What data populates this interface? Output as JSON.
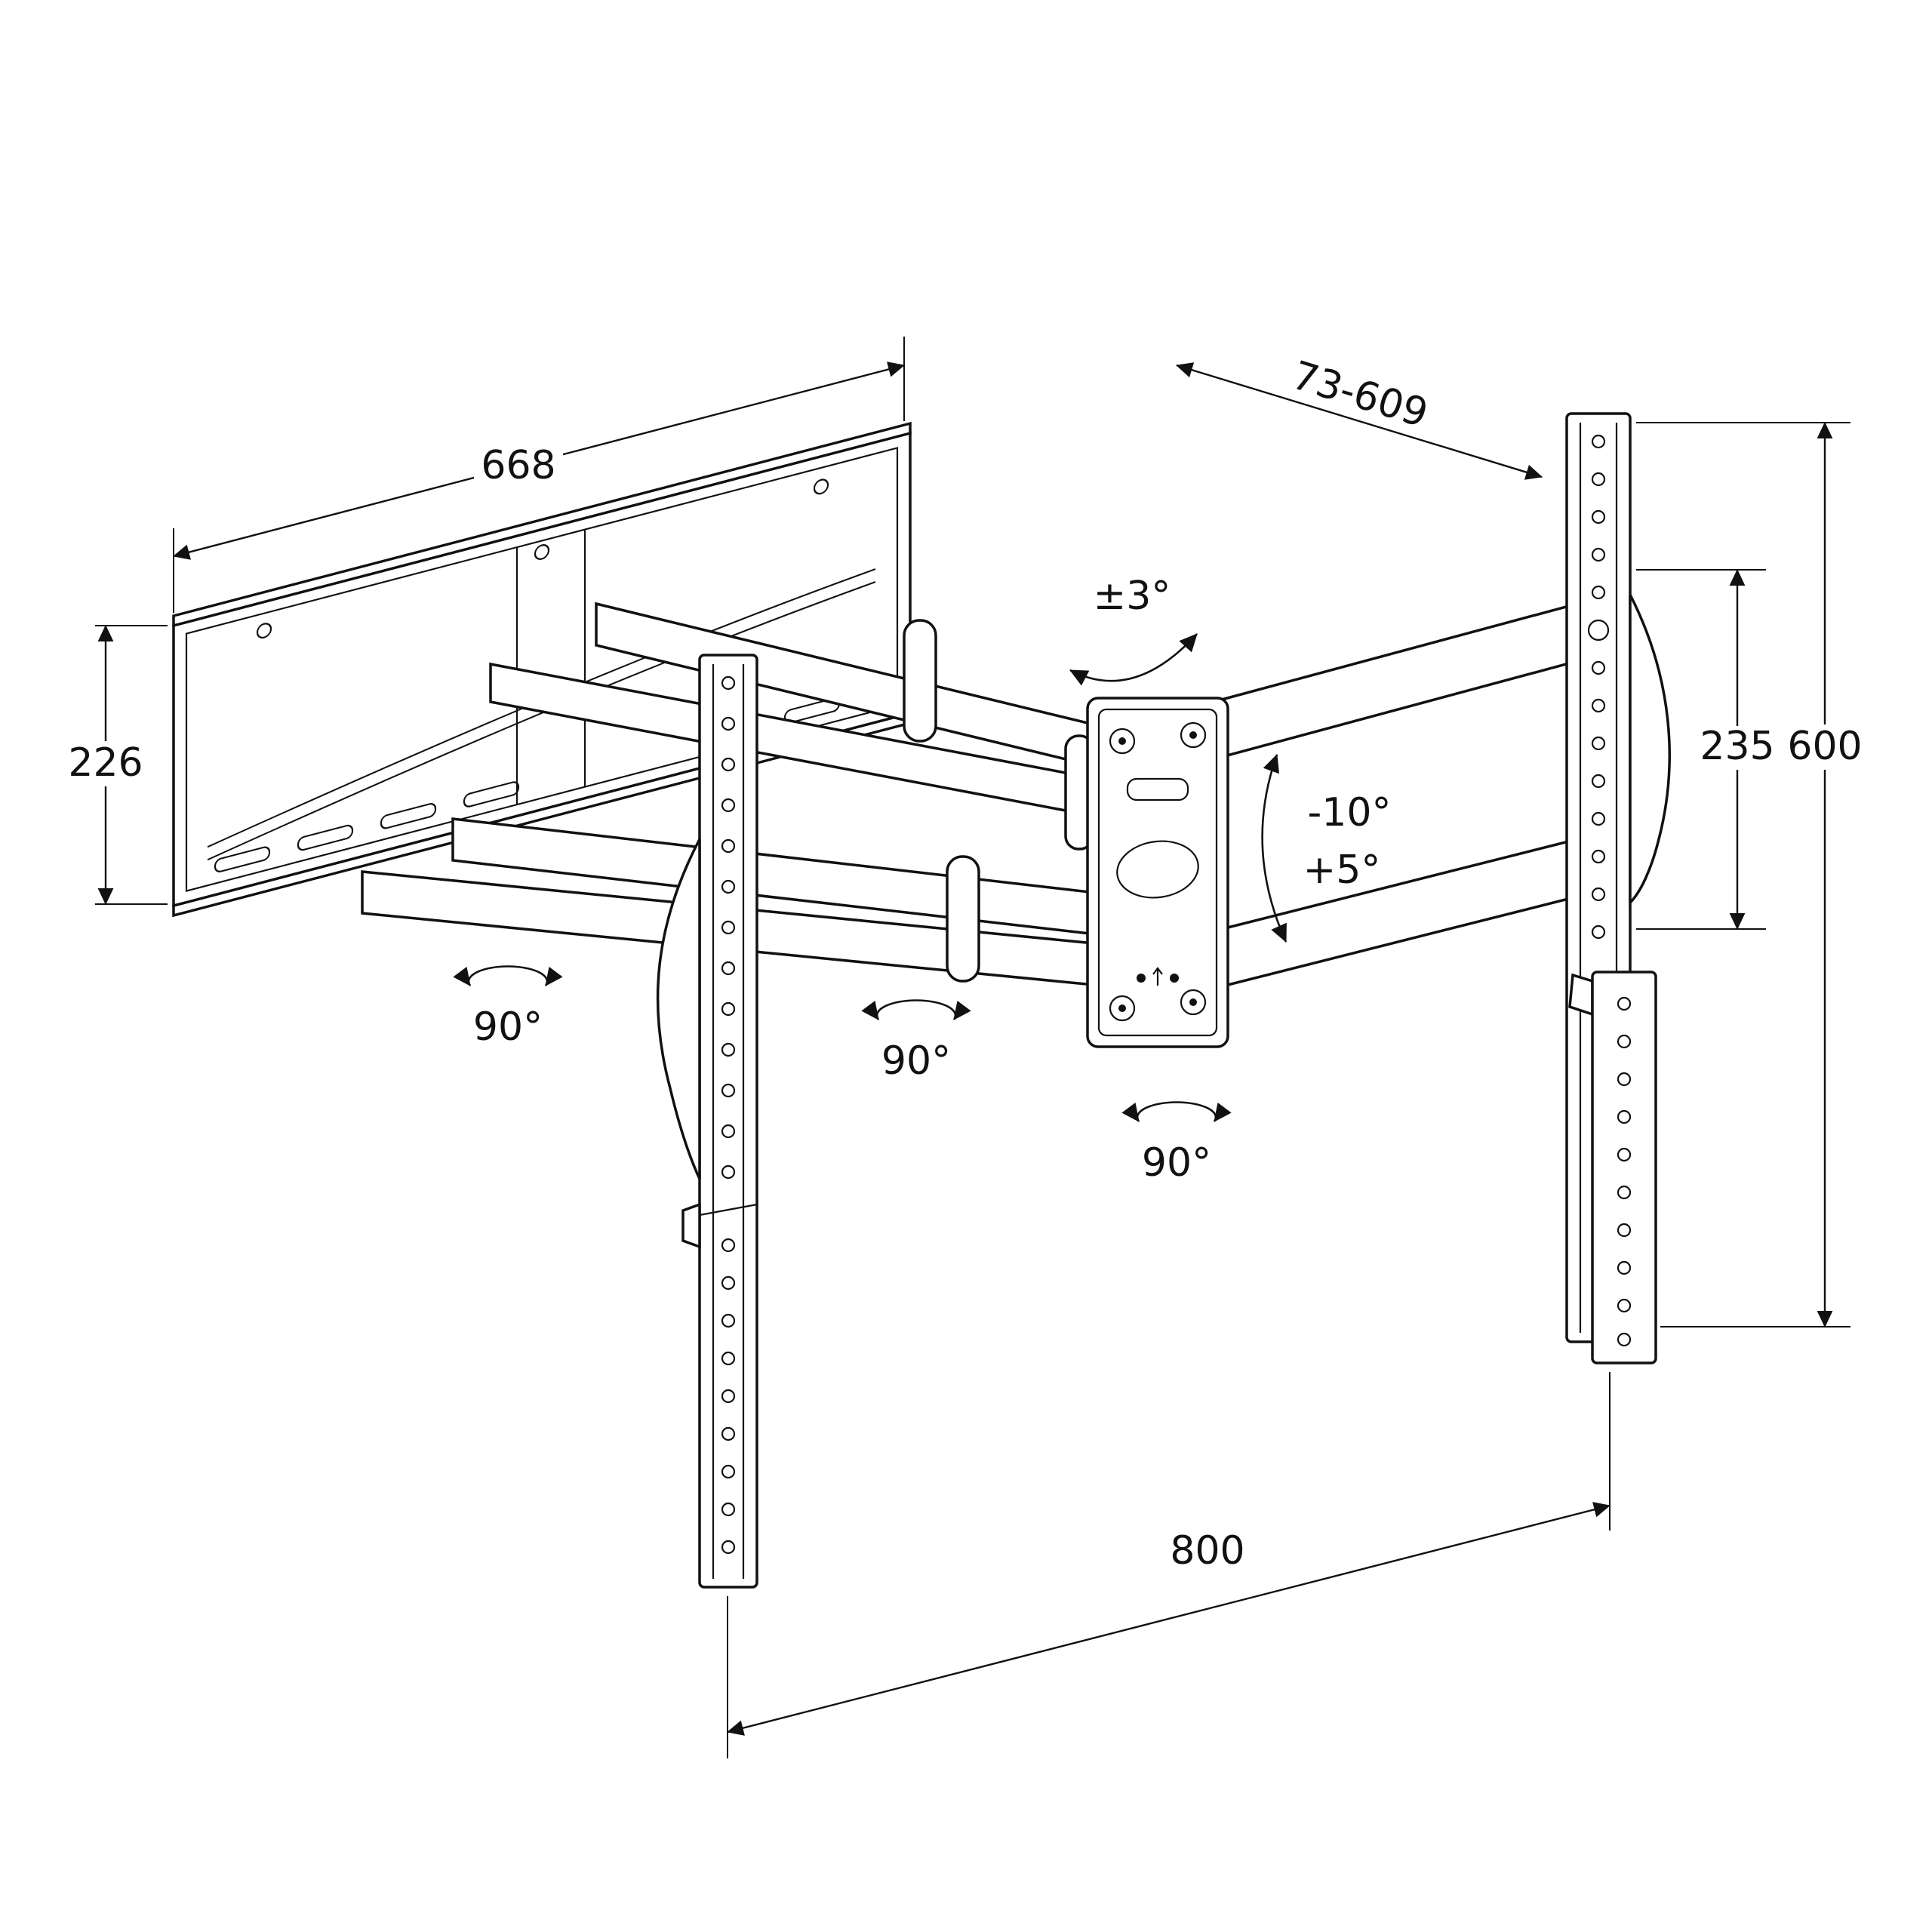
{
  "colors": {
    "line": "#111111",
    "background": "#ffffff"
  },
  "dimensions": {
    "wall_plate_width": "668",
    "wall_plate_height": "226",
    "extension_range": "73-609",
    "rail_height": "600",
    "upper_hole_span": "235",
    "rail_span": "800"
  },
  "angles": {
    "level_adjustment": "±3°",
    "tilt_down": "-10°",
    "tilt_up": "+5°",
    "swivel_left": "90°",
    "swivel_center": "90°",
    "swivel_right": "90°"
  }
}
